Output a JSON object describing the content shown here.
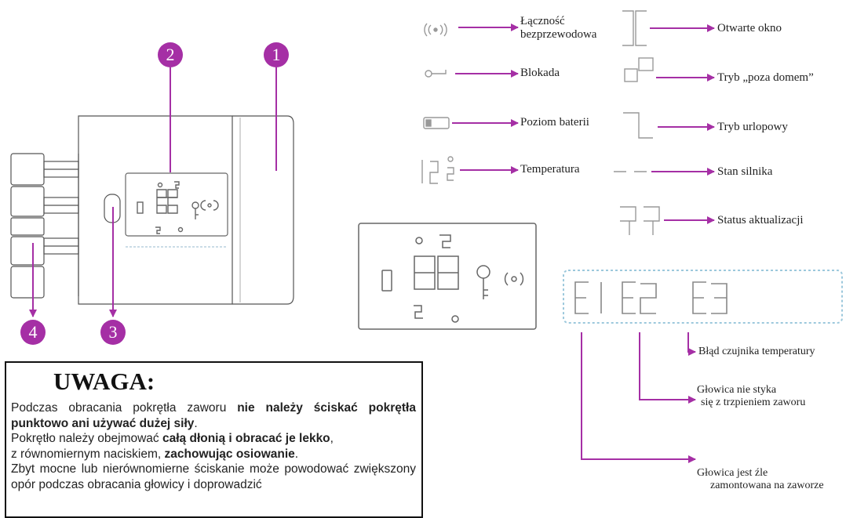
{
  "legend": {
    "wireless": "Łączność bezprzewodowa",
    "lock": "Blokada",
    "battery": "Poziom baterii",
    "temperature": "Temperatura",
    "open_window": "Otwarte okno",
    "away_mode": "Tryb „poza domem”",
    "holiday_mode": "Tryb urlopowy",
    "motor_state": "Stan silnika",
    "update_status": "Status aktualizacji"
  },
  "errors": {
    "codes": [
      "E1",
      "E2",
      "E3"
    ],
    "e3_label": "Błąd czujnika temperatury",
    "e2_label_line1": "Głowica nie styka",
    "e2_label_line2": "się z trzpieniem zaworu",
    "e1_label_line1": "Głowica jest źle",
    "e1_label_line2": "zamontowana na zaworze"
  },
  "markers": [
    "1",
    "2",
    "3",
    "4"
  ],
  "warning": {
    "title": "UWAGA:",
    "p1_a": "Podczas obracania pokrętła zaworu ",
    "p1_b": "nie należy ściskać pokrętła punktowo ani używać dużej siły",
    "p1_c": ".",
    "p2_a": "Pokrętło należy obejmować ",
    "p2_b": "całą dłonią i obracać je lekko",
    "p2_c": ",",
    "p3_a": " z równomiernym naciskiem, ",
    "p3_b": "zachowując osiowanie",
    "p3_c": ".",
    "p4": "Zbyt mocne lub nierównomierne ściskanie może powodować zwiększony opór podczas obracania głowicy i doprowadzić"
  },
  "colors": {
    "accent": "#a52fa5",
    "icon_gray": "#9a9a9a",
    "border": "#111111"
  }
}
